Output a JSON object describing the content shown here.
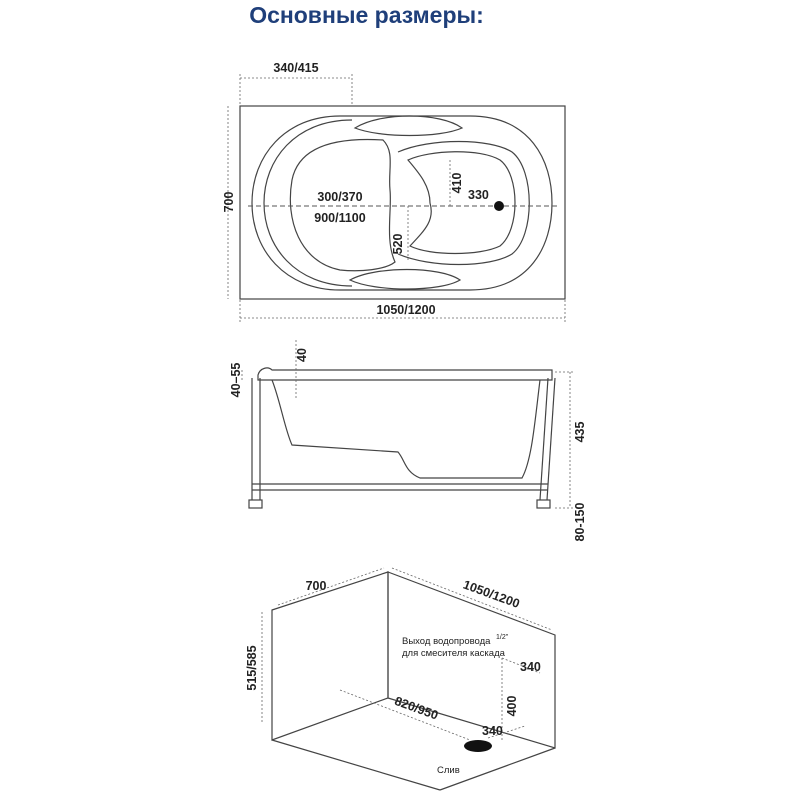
{
  "title": "Основные размеры:",
  "top_view": {
    "width_top": "340/415",
    "height": "700",
    "length": "1050/1200",
    "dim_300": "300/370",
    "dim_900": "900/1100",
    "dim_410": "410",
    "dim_330": "330",
    "dim_520": "520"
  },
  "side_view": {
    "dim_40_55": "40–55",
    "dim_40": "40",
    "dim_435": "435",
    "dim_80_150": "80-150"
  },
  "iso_view": {
    "dim_700": "700",
    "dim_1050": "1050/1200",
    "dim_515": "515/585",
    "dim_820": "820/950",
    "dim_340_a": "340",
    "dim_400": "400",
    "dim_340_b": "340",
    "note_line1": "Выход водопровода",
    "note_fraction": "1/2\"",
    "note_line2": "для смесителя каскада",
    "drain": "Слив"
  }
}
